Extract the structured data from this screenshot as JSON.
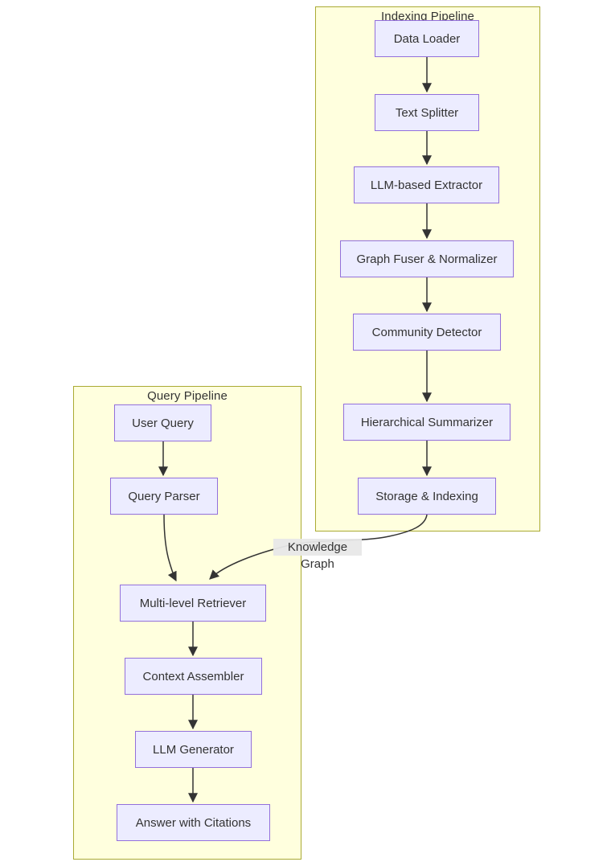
{
  "diagram": {
    "type": "flowchart",
    "clusters": {
      "indexing": {
        "title": "Indexing Pipeline"
      },
      "query": {
        "title": "Query Pipeline"
      }
    },
    "nodes": {
      "data_loader": "Data Loader",
      "text_splitter": "Text Splitter",
      "llm_extractor": "LLM-based Extractor",
      "graph_fuser": "Graph Fuser & Normalizer",
      "community_detector": "Community Detector",
      "hierarchical_summarizer": "Hierarchical Summarizer",
      "storage_indexing": "Storage & Indexing",
      "user_query": "User Query",
      "query_parser": "Query Parser",
      "multi_level_retriever": "Multi-level Retriever",
      "context_assembler": "Context Assembler",
      "llm_generator": "LLM Generator",
      "answer_with_citations": "Answer with Citations"
    },
    "edges": {
      "knowledge_graph_label": "Knowledge Graph"
    },
    "flows": {
      "indexing": [
        "Data Loader",
        "Text Splitter",
        "LLM-based Extractor",
        "Graph Fuser & Normalizer",
        "Community Detector",
        "Hierarchical Summarizer",
        "Storage & Indexing"
      ],
      "query": [
        "User Query",
        "Query Parser",
        "Multi-level Retriever",
        "Context Assembler",
        "LLM Generator",
        "Answer with Citations"
      ],
      "cross_link": {
        "from": "Storage & Indexing",
        "to": "Multi-level Retriever",
        "label": "Knowledge Graph"
      }
    },
    "colors": {
      "cluster_fill": "#ffffde",
      "cluster_border": "#aaaa33",
      "node_fill": "#ececff",
      "node_border": "#9370db",
      "edge_stroke": "#333333",
      "text": "#333333",
      "edge_label_bg": "#e8e8e8",
      "page_bg": "#ffffff"
    }
  }
}
